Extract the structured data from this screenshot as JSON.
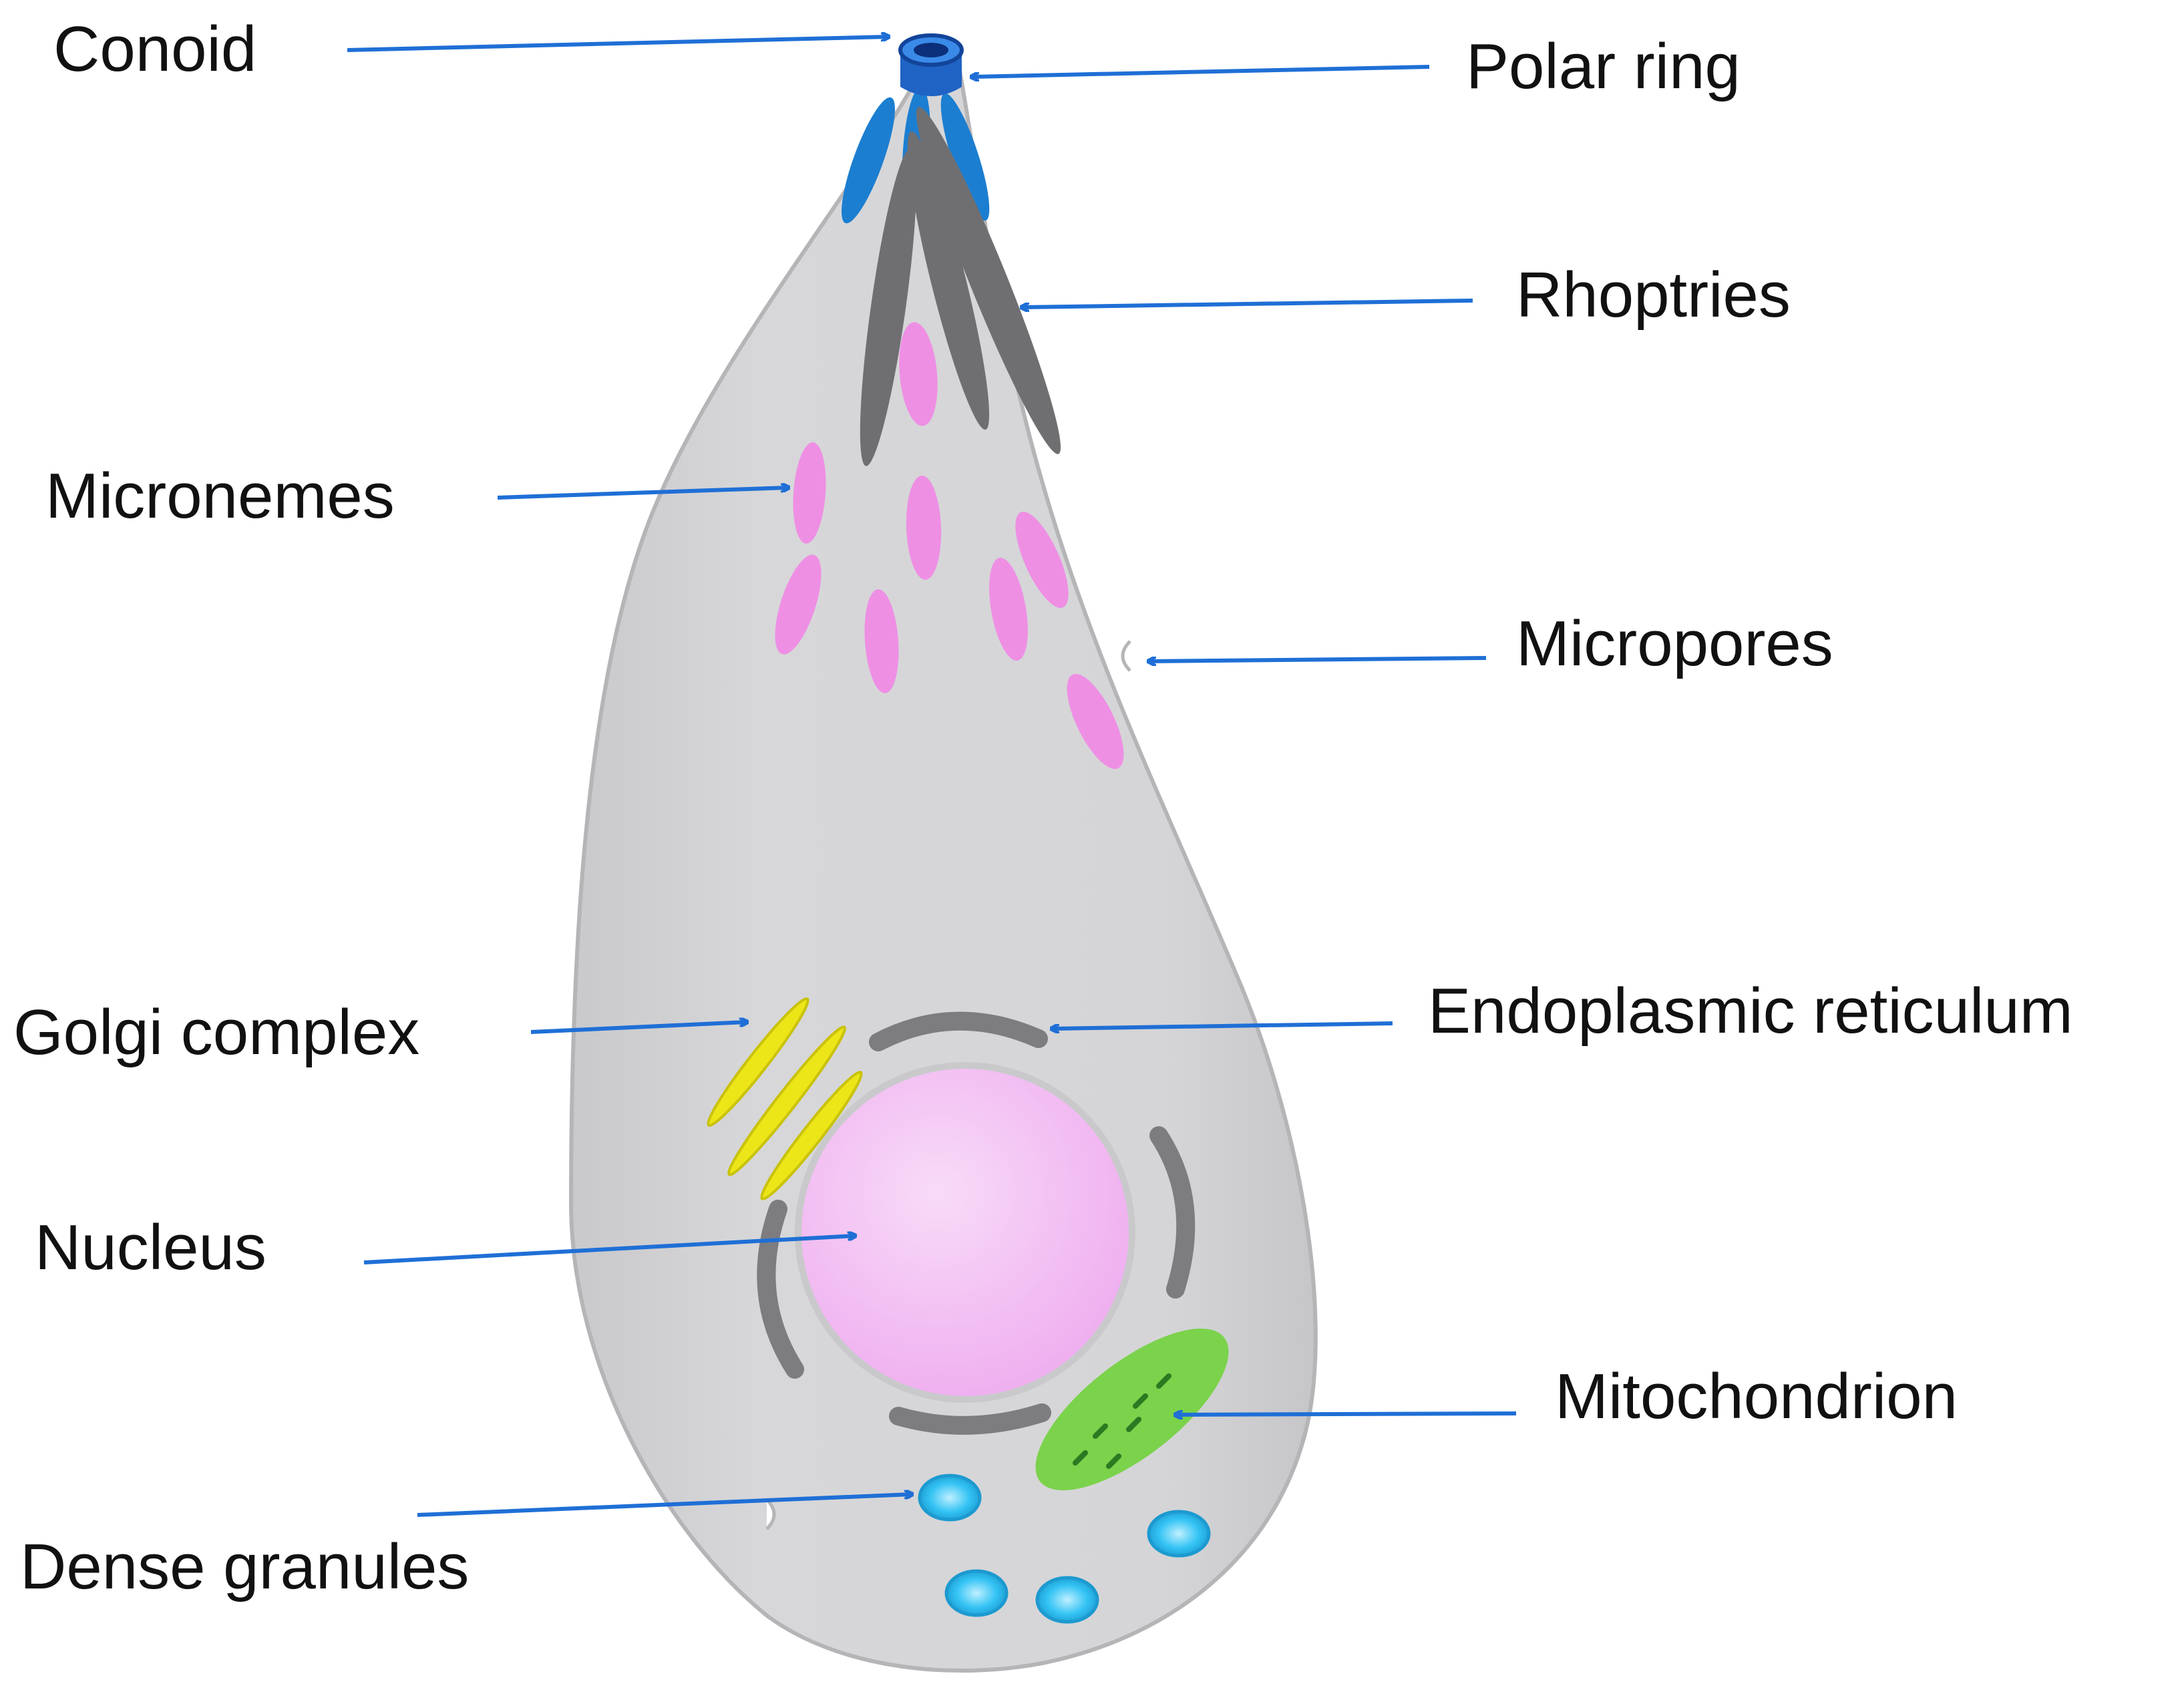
{
  "labels": {
    "conoid": "Conoid",
    "polar_ring": "Polar ring",
    "rhoptries": "Rhoptries",
    "micronemes": "Micronemes",
    "micropores": "Micropores",
    "golgi_complex": "Golgi complex",
    "endoplasmic_reticulum": "Endoplasmic reticulum",
    "nucleus": "Nucleus",
    "mitochondrion": "Mitochondrion",
    "dense_granules": "Dense granules"
  },
  "colors": {
    "cell_body": "#d3d3d5",
    "cell_outline": "#b9b9bc",
    "arrow": "#1f6fd6",
    "conoid": "#1f63c4",
    "polar_ring_lobes": "#1c7ed0",
    "rhoptries": "#707070",
    "micronemes": "#ee8fe4",
    "golgi": "#ece619",
    "endoplasmic_reticulum": "#7d7d80",
    "nucleus": "#f3bdf2",
    "mitochondrion": "#7bd24b",
    "dense_granules": "#28b8f2"
  }
}
